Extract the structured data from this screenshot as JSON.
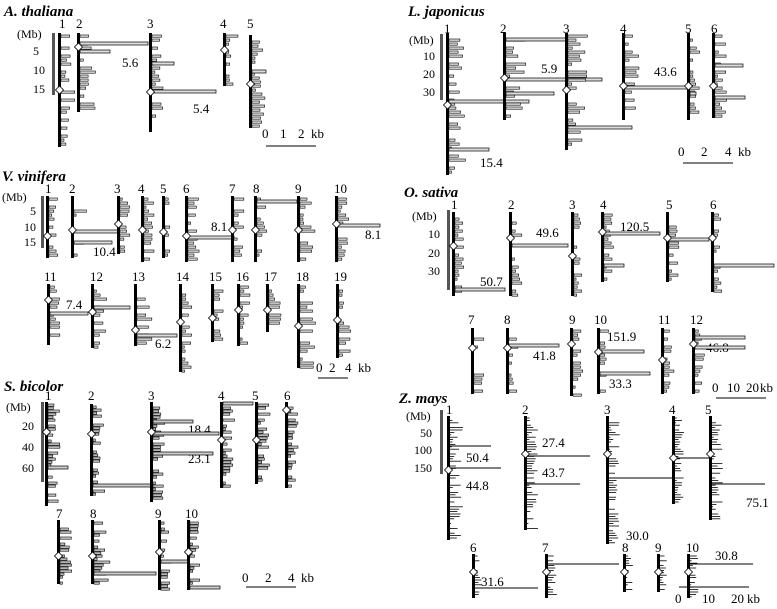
{
  "panels": [
    {
      "title": "A. thaliana",
      "mb_label": "(Mb)",
      "axis_ticks": [
        "5",
        "10",
        "15"
      ],
      "chromosomes": [
        "1",
        "2",
        "3",
        "4",
        "5"
      ],
      "values": [
        "5.6",
        "5.4"
      ],
      "scale": {
        "ticks": [
          "0",
          "1",
          "2"
        ],
        "unit": "kb"
      }
    },
    {
      "title": "L. japonicus",
      "mb_label": "(Mb)",
      "axis_ticks": [
        "10",
        "20",
        "30"
      ],
      "chromosomes": [
        "1",
        "2",
        "3",
        "4",
        "5",
        "6"
      ],
      "values": [
        "5.9",
        "43.6",
        "15.4"
      ],
      "scale": {
        "ticks": [
          "0",
          "2",
          "4"
        ],
        "unit": "kb"
      }
    },
    {
      "title": "V. vinifera",
      "mb_label": "(Mb)",
      "axis_ticks": [
        "5",
        "10",
        "15"
      ],
      "chromosomes": [
        "1",
        "2",
        "3",
        "4",
        "5",
        "6",
        "7",
        "8",
        "9",
        "10",
        "11",
        "12",
        "13",
        "14",
        "15",
        "16",
        "17",
        "18",
        "19"
      ],
      "values": [
        "8.1",
        "8.1",
        "10.4",
        "7.4",
        "6.2"
      ],
      "scale": {
        "ticks": [
          "0",
          "2",
          "4"
        ],
        "unit": "kb"
      }
    },
    {
      "title": "O. sativa",
      "mb_label": "(Mb)",
      "axis_ticks": [
        "10",
        "20",
        "30"
      ],
      "chromosomes": [
        "1",
        "2",
        "3",
        "4",
        "5",
        "6",
        "7",
        "8",
        "9",
        "10",
        "11",
        "12"
      ],
      "values": [
        "49.6",
        "120.5",
        "50.7",
        "151.9",
        "41.8",
        "33.3",
        "46.8"
      ],
      "scale": {
        "ticks": [
          "0",
          "10",
          "20"
        ],
        "unit": "kb"
      }
    },
    {
      "title": "S. bicolor",
      "mb_label": "(Mb)",
      "axis_ticks": [
        "20",
        "40",
        "60"
      ],
      "chromosomes": [
        "1",
        "2",
        "3",
        "4",
        "5",
        "6",
        "7",
        "8",
        "9",
        "10"
      ],
      "values": [
        "18.4",
        "23.1"
      ],
      "scale": {
        "ticks": [
          "0",
          "2",
          "4"
        ],
        "unit": "kb"
      }
    },
    {
      "title": "Z. mays",
      "mb_label": "(Mb)",
      "axis_ticks": [
        "50",
        "100",
        "150"
      ],
      "chromosomes": [
        "1",
        "2",
        "3",
        "4",
        "5",
        "6",
        "7",
        "8",
        "9",
        "10"
      ],
      "values": [
        "27.4",
        "50.4",
        "43.7",
        "44.8",
        "75.1",
        "30.0",
        "30.8",
        "31.6"
      ],
      "scale": {
        "ticks": [
          "0",
          "10",
          "20"
        ],
        "unit": "kb"
      }
    }
  ]
}
